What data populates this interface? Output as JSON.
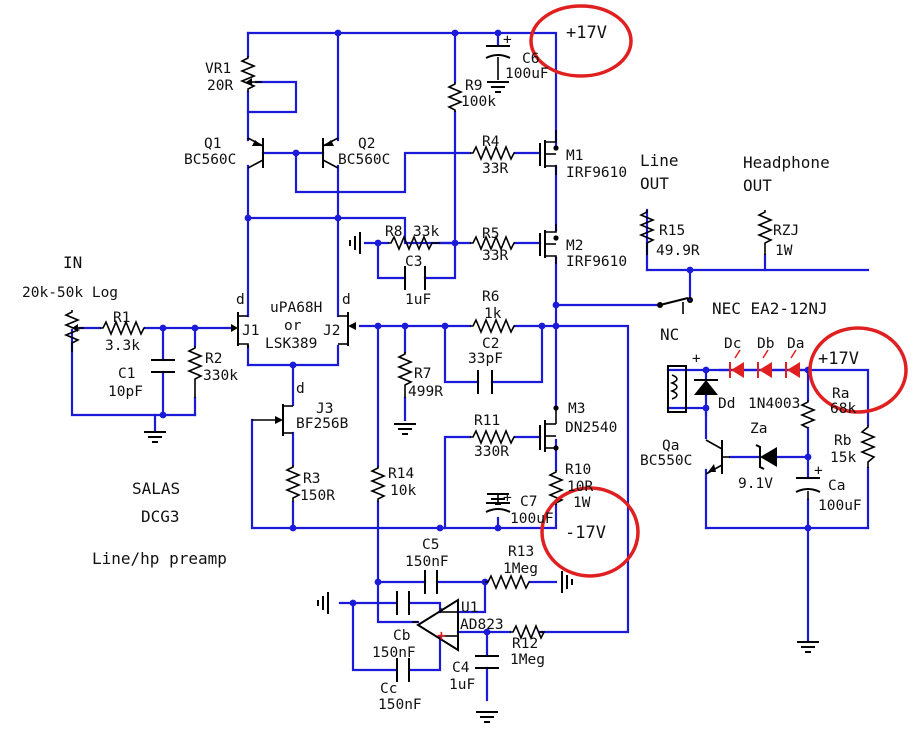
{
  "supply": {
    "pos": "+17V",
    "neg": "-17V",
    "pos2": "+17V"
  },
  "io": {
    "in": "IN",
    "in_pot": "20k-50k Log",
    "line_out": [
      "Line",
      "OUT"
    ],
    "hp_out": [
      "Headphone",
      "OUT"
    ],
    "nc": "NC",
    "relay": "NEC EA2-12NJ"
  },
  "info": {
    "l1": "SALAS",
    "l2": "DCG3",
    "l3": "Line/hp preamp"
  },
  "jfet": {
    "part": "uPA68H",
    "or": "or",
    "alt": "LSK389",
    "j1": "J1",
    "j2": "J2",
    "d1": "d",
    "d2": "d",
    "d3": "d"
  },
  "parts": {
    "vr1": [
      "VR1",
      "20R"
    ],
    "q1": [
      "Q1",
      "BC560C"
    ],
    "q2": [
      "Q2",
      "BC560C"
    ],
    "r9": [
      "R9",
      "100k"
    ],
    "c6": [
      "C6",
      "100uF"
    ],
    "r4": [
      "R4",
      "33R"
    ],
    "m1": [
      "M1",
      "IRF9610"
    ],
    "r8": [
      "R8",
      "33k"
    ],
    "c3": [
      "C3",
      "1uF"
    ],
    "r5": [
      "R5",
      "33R"
    ],
    "m2": [
      "M2",
      "IRF9610"
    ],
    "r15": [
      "R15",
      "49.9R"
    ],
    "rzj": [
      "RZJ",
      "1W"
    ],
    "r1": [
      "R1",
      "3.3k"
    ],
    "c1": [
      "C1",
      "10pF"
    ],
    "r2": [
      "R2",
      "330k"
    ],
    "r6": [
      "R6",
      "1k"
    ],
    "c2": [
      "C2",
      "33pF"
    ],
    "r7": [
      "R7",
      "499R"
    ],
    "j3": [
      "J3",
      "BF256B"
    ],
    "r11": [
      "R11",
      "330R"
    ],
    "m3": [
      "M3",
      "DN2540"
    ],
    "r3": [
      "R3",
      "150R"
    ],
    "r14": [
      "R14",
      "10k"
    ],
    "r10": [
      "R10",
      "10R",
      "1W"
    ],
    "c7": [
      "C7",
      "100uF"
    ],
    "c5": [
      "C5",
      "150nF"
    ],
    "r13": [
      "R13",
      "1Meg"
    ],
    "u1": [
      "U1",
      "AD823"
    ],
    "cb": [
      "Cb",
      "150nF"
    ],
    "r12": [
      "R12",
      "1Meg"
    ],
    "c4": [
      "C4",
      "1uF"
    ],
    "cc": [
      "Cc",
      "150nF"
    ],
    "dc": "Dc",
    "db": "Db",
    "da": "Da",
    "dd": [
      "Dd",
      "1N4003"
    ],
    "ra": [
      "Ra",
      "68k"
    ],
    "qa": [
      "Qa",
      "BC550C"
    ],
    "za": [
      "Za",
      "9.1V"
    ],
    "rb": [
      "Rb",
      "15k"
    ],
    "ca": [
      "Ca",
      "100uF"
    ]
  },
  "symbols": {
    "plus": "+",
    "minus": "-"
  },
  "colors": {
    "wire": "#1a1ad8",
    "highlight": "#e02020",
    "led": "#e02020"
  }
}
